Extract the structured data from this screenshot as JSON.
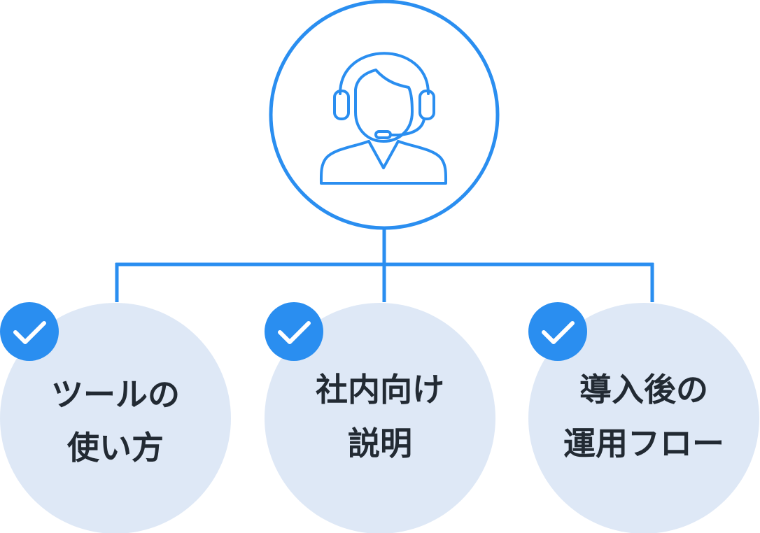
{
  "colors": {
    "accent": "#2a8ef0",
    "circle_fill": "#dee8f6",
    "text": "#222a33",
    "background": "#ffffff",
    "check_mark": "#ffffff"
  },
  "root": {
    "icon": "headset-operator-icon"
  },
  "children": [
    {
      "icon": "check-icon",
      "label_lines": [
        "ツールの",
        "使い方"
      ]
    },
    {
      "icon": "check-icon",
      "label_lines": [
        "社内向け",
        "説明"
      ]
    },
    {
      "icon": "check-icon",
      "label_lines": [
        "導入後の",
        "運用フロー"
      ]
    }
  ]
}
